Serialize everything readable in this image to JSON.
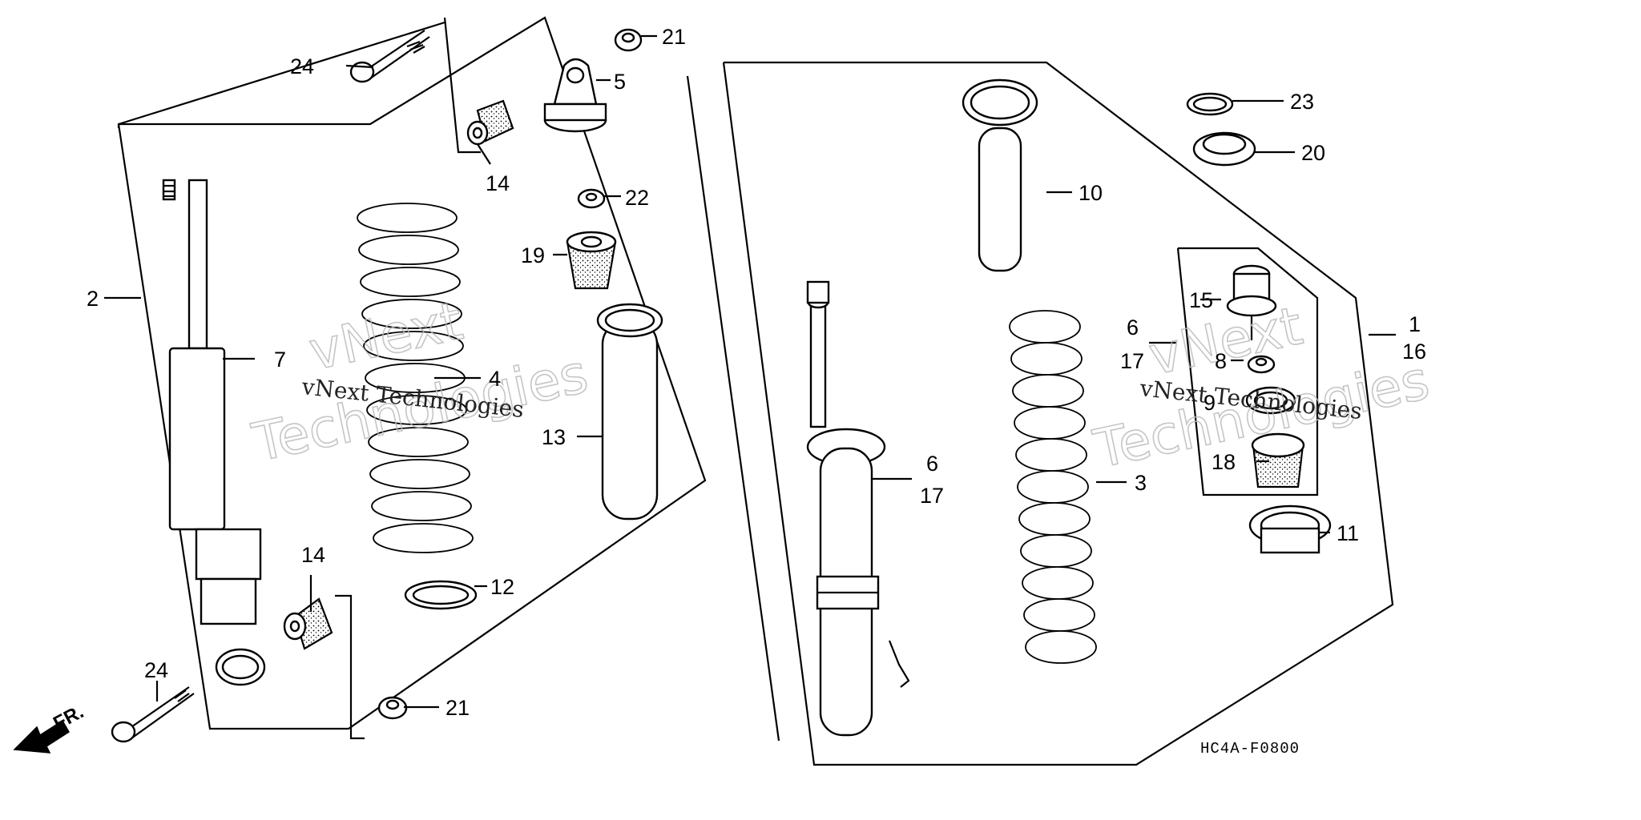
{
  "watermark": {
    "big_word_1": "vNext",
    "big_word_2": "Technologies",
    "small_text": "vNext Technologies"
  },
  "diagram_code": "HC4A-F0800",
  "front_indicator": "FR.",
  "callouts": {
    "c1": "1",
    "c16": "16",
    "c2": "2",
    "c3": "3",
    "c4": "4",
    "c5": "5",
    "c6a": "6",
    "c17a": "17",
    "c6b": "6",
    "c17b": "17",
    "c7": "7",
    "c8": "8",
    "c9": "9",
    "c10": "10",
    "c11": "11",
    "c12": "12",
    "c13": "13",
    "c14a": "14",
    "c14b": "14",
    "c15": "15",
    "c18": "18",
    "c19": "19",
    "c20": "20",
    "c21a": "21",
    "c21b": "21",
    "c22": "22",
    "c23": "23",
    "c24a": "24",
    "c24b": "24"
  }
}
